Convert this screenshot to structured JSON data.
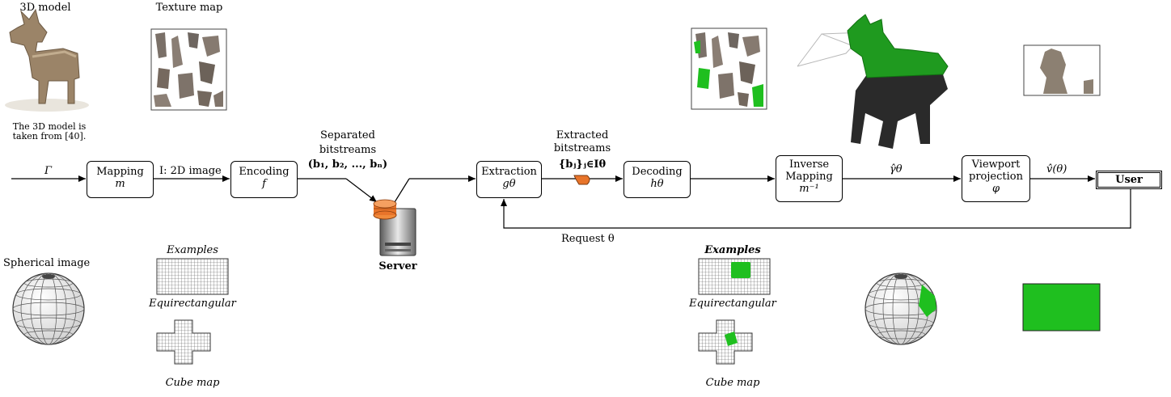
{
  "top": {
    "model_title": "3D model",
    "texture_title": "Texture map",
    "model_caption_1": "The 3D model is",
    "model_caption_2": "taken from [40]."
  },
  "pipeline": {
    "gamma": "Γ",
    "mapping_title": "Mapping",
    "mapping_sym": "m",
    "image_label": "I: 2D image",
    "encoding_title": "Encoding",
    "encoding_sym": "f",
    "separated_1": "Separated",
    "separated_2": "bitstreams",
    "separated_3": "(b₁, b₂, ..., bₙ)",
    "server_label": "Server",
    "extraction_title": "Extraction",
    "extraction_sym": "gθ",
    "extracted_1": "Extracted",
    "extracted_2": "bitstreams",
    "extracted_3": "{bⱼ}ⱼ∈Iθ",
    "decoding_title": "Decoding",
    "decoding_sym": "hθ",
    "inverse_1": "Inverse",
    "inverse_2": "Mapping",
    "inverse_sym": "m⁻¹",
    "gamma_hat": "γ̂θ",
    "viewport_1": "Viewport",
    "viewport_2": "projection",
    "viewport_sym": "φ",
    "v_hat": "v̂(θ)",
    "user_label": "User",
    "request_label": "Request θ"
  },
  "bottom": {
    "spherical_label": "Spherical image",
    "examples_left": "Examples",
    "equirect_left": "Equirectangular",
    "cubemap_left": "Cube map",
    "examples_right": "Examples",
    "equirect_right": "Equirectangular",
    "cubemap_right": "Cube map"
  },
  "colors": {
    "highlight_green": "#1fbf1f",
    "server_orange": "#e8742a",
    "model_brown": "#9b8468"
  }
}
